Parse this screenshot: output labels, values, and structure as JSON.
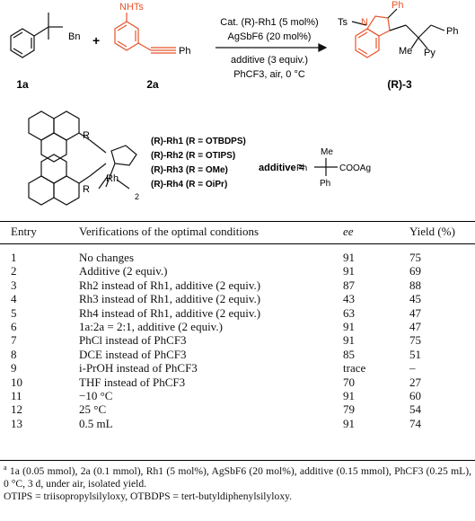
{
  "scheme": {
    "reagent_left": "Bn",
    "reactant1_label": "1a",
    "reactant2_label": "2a",
    "reactant2_nhts": "NHTs",
    "reactant2_ph": "Ph",
    "plus": "+",
    "condition_catalyst": "Cat. (R)-Rh1 (5 mol%)",
    "condition_silver": "AgSbF6 (20 mol%)",
    "condition_additive": "additive (3 equiv.)",
    "condition_solvent": "PhCF3, air, 0 °C",
    "product_label": "(R)-3",
    "product_ts": "Ts",
    "product_n": "N",
    "product_ph_top": "Ph",
    "product_ph_right": "Ph",
    "product_me": "Me",
    "product_py": "Py",
    "catalysts": [
      "(R)-Rh1 (R = OTBDPS)",
      "(R)-Rh2 (R = OTIPS)",
      "(R)-Rh3 (R = OMe)",
      "(R)-Rh4 (R = OiPr)"
    ],
    "catalyst_r1": "R",
    "catalyst_r2": "R",
    "catalyst_rh": "Rh",
    "catalyst_sub2": "2",
    "additive_label": "additive =",
    "additive_me": "Me",
    "additive_ph_left": "Ph",
    "additive_ph_bottom": "Ph",
    "additive_group": "COOAg"
  },
  "table": {
    "headers": [
      "Entry",
      "Verifications of the optimal conditions",
      "ee",
      "Yield (%)"
    ],
    "rows": [
      {
        "entry": "1",
        "condition": "No changes",
        "ee": "91",
        "yield": "75"
      },
      {
        "entry": "2",
        "condition": "Additive (2 equiv.)",
        "ee": "91",
        "yield": "69"
      },
      {
        "entry": "3",
        "condition": "Rh2 instead of Rh1, additive (2 equiv.)",
        "ee": "87",
        "yield": "88"
      },
      {
        "entry": "4",
        "condition": "Rh3 instead of Rh1, additive (2 equiv.)",
        "ee": "43",
        "yield": "45"
      },
      {
        "entry": "5",
        "condition": "Rh4 instead of Rh1, additive (2 equiv.)",
        "ee": "63",
        "yield": "47"
      },
      {
        "entry": "6",
        "condition": "1a:2a = 2:1, additive (2 equiv.)",
        "ee": "91",
        "yield": "47"
      },
      {
        "entry": "7",
        "condition": "PhCl instead of PhCF3",
        "ee": "91",
        "yield": "75"
      },
      {
        "entry": "8",
        "condition": "DCE instead of PhCF3",
        "ee": "85",
        "yield": "51"
      },
      {
        "entry": "9",
        "condition": "i-PrOH instead of PhCF3",
        "ee": "trace",
        "yield": "–"
      },
      {
        "entry": "10",
        "condition": "THF instead of PhCF3",
        "ee": "70",
        "yield": "27"
      },
      {
        "entry": "11",
        "condition": "−10 °C",
        "ee": "91",
        "yield": "60"
      },
      {
        "entry": "12",
        "condition": "25 °C",
        "ee": "79",
        "yield": "54"
      },
      {
        "entry": "13",
        "condition": "0.5 mL",
        "ee": "91",
        "yield": "74"
      }
    ]
  },
  "footnote": {
    "mark": "a",
    "line1": "1a (0.05 mmol), 2a (0.1 mmol), Rh1 (5 mol%), AgSbF6 (20 mol%), additive (0.15 mmol), PhCF3 (0.25 mL), 0 °C, 3 d, under air, isolated yield.",
    "line2": "OTIPS = triisopropylsilyloxy, OTBDPS = tert-butyldiphenylsilyloxy."
  },
  "colors": {
    "accent": "#e8542a",
    "text": "#111111"
  }
}
